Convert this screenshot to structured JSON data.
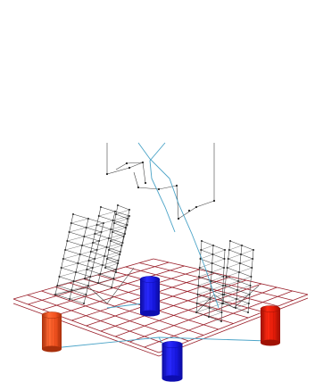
{
  "scene": {
    "background": "#ffffff",
    "colors": {
      "grid": "#9a1f2a",
      "frame": "#444444",
      "node": "#222222",
      "cable": "#4aa3c7",
      "blue_cylinder": "#1a1aff",
      "blue_cylinder_dark": "#0d0db0",
      "red_cylinder": "#e61e0a",
      "red_cylinder_dark": "#a01204",
      "orange_cylinder": "#f0501e",
      "orange_cylinder_dark": "#a8300c"
    },
    "objects": [
      "ground-grid",
      "left-wireframe-structure",
      "right-wireframe-structure",
      "center-mast",
      "blue-cylinder-center",
      "blue-cylinder-front",
      "orange-cylinder-left",
      "red-cylinder-right",
      "tether-cables"
    ]
  }
}
